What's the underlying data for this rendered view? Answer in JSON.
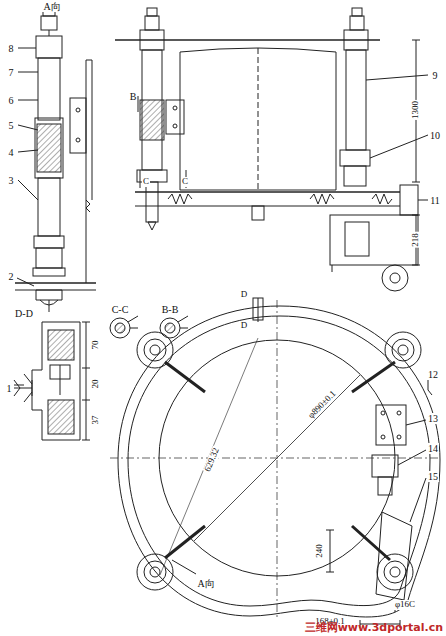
{
  "diagram": {
    "labels": [
      "A向",
      "9",
      "10",
      "11",
      "1300",
      "218",
      "B",
      "C",
      "C",
      "8",
      "7",
      "6",
      "5",
      "4",
      "3",
      "2",
      "C-C",
      "B-B",
      "D-D",
      "1",
      "70",
      "20",
      "37",
      "D",
      "D",
      "12",
      "13",
      "14",
      "15",
      "φ890±0.1",
      "629.32",
      "A向",
      "240",
      "φ16C",
      "168±0.1",
      "三维网www.3dportal.cn"
    ]
  }
}
